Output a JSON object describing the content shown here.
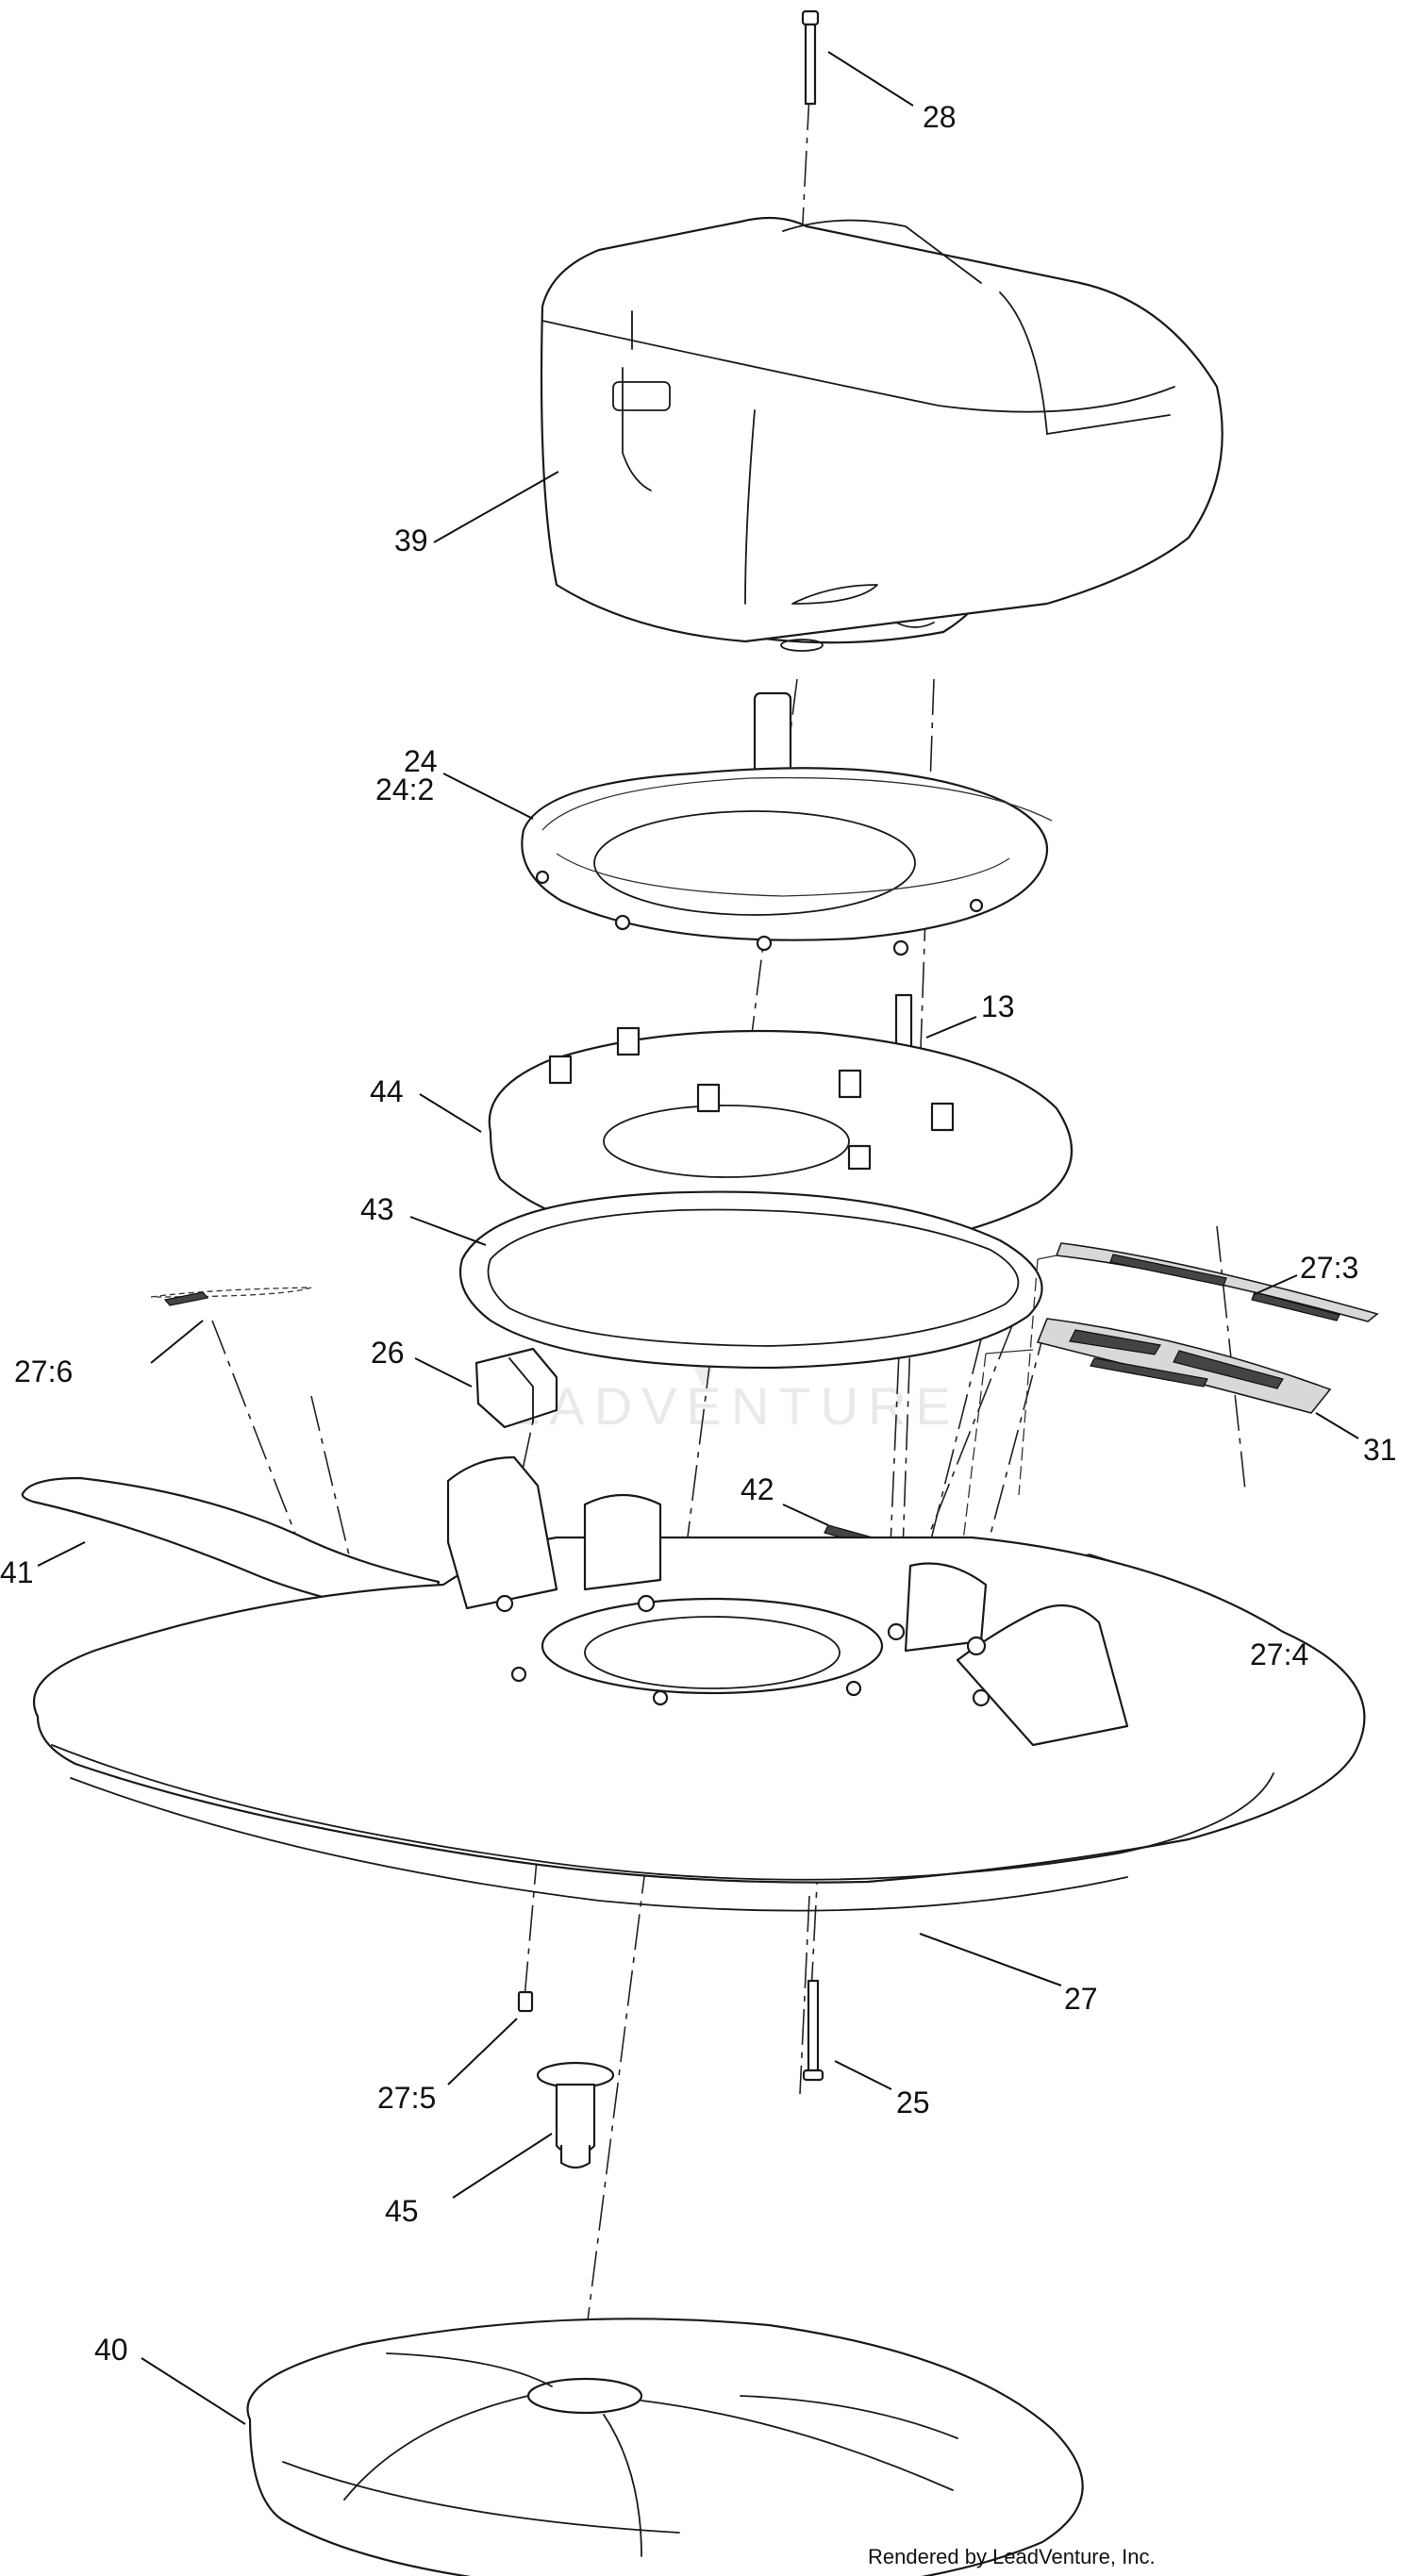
{
  "callouts": {
    "c28": "28",
    "c39": "39",
    "c24": "24",
    "c24_2": "24:2",
    "c13": "13",
    "c44": "44",
    "c43": "43",
    "c27_3": "27:3",
    "c27_6": "27:6",
    "c26": "26",
    "c31": "31",
    "c42": "42",
    "c41": "41",
    "c27_4": "27:4",
    "c27": "27",
    "c27_5": "27:5",
    "c25": "25",
    "c45": "45",
    "c40": "40"
  },
  "watermark": "EADVENTURE",
  "credit": "Rendered by LeadVenture, Inc.",
  "colors": {
    "line": "#1a1a1a",
    "decal": "#d8d8d8",
    "watermark": "#e9e9e9"
  }
}
